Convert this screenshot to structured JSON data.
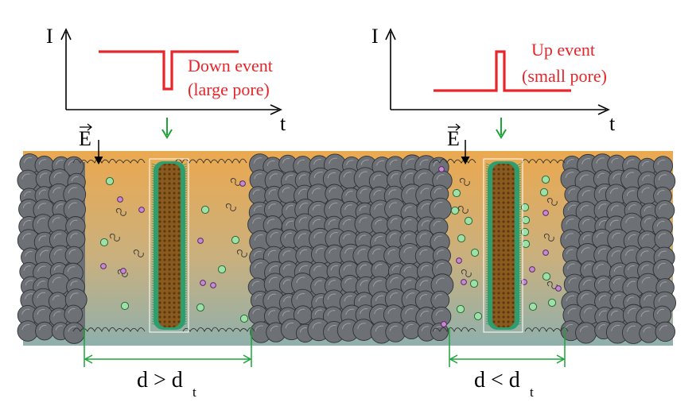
{
  "colors": {
    "trace": "#e6262b",
    "guide": "#1ea33a",
    "pore_bead_fill": "#6d7075",
    "pore_bead_stroke": "#2f3236",
    "fluid_top": "#eba950",
    "fluid_bottom": "#8fb0ad",
    "ion_green": "#9fe0a8",
    "ion_purple": "#c48bd2",
    "rod_core": "#8a5a1e",
    "rod_hair": "#2f9e6f"
  },
  "left_plot": {
    "y_axis": "I",
    "x_axis": "t",
    "event_label_line1": "Down event",
    "event_label_line2": "(large pore)",
    "event_direction": "down"
  },
  "right_plot": {
    "y_axis": "I",
    "x_axis": "t",
    "event_label_line1": "Up event",
    "event_label_line2": "(small pore)",
    "event_direction": "up"
  },
  "field_vector": {
    "left": "E",
    "right": "E"
  },
  "left_pore": {
    "relation_text": "d > d",
    "subscript": "t"
  },
  "right_pore": {
    "relation_text": "d < d",
    "subscript": "t"
  }
}
